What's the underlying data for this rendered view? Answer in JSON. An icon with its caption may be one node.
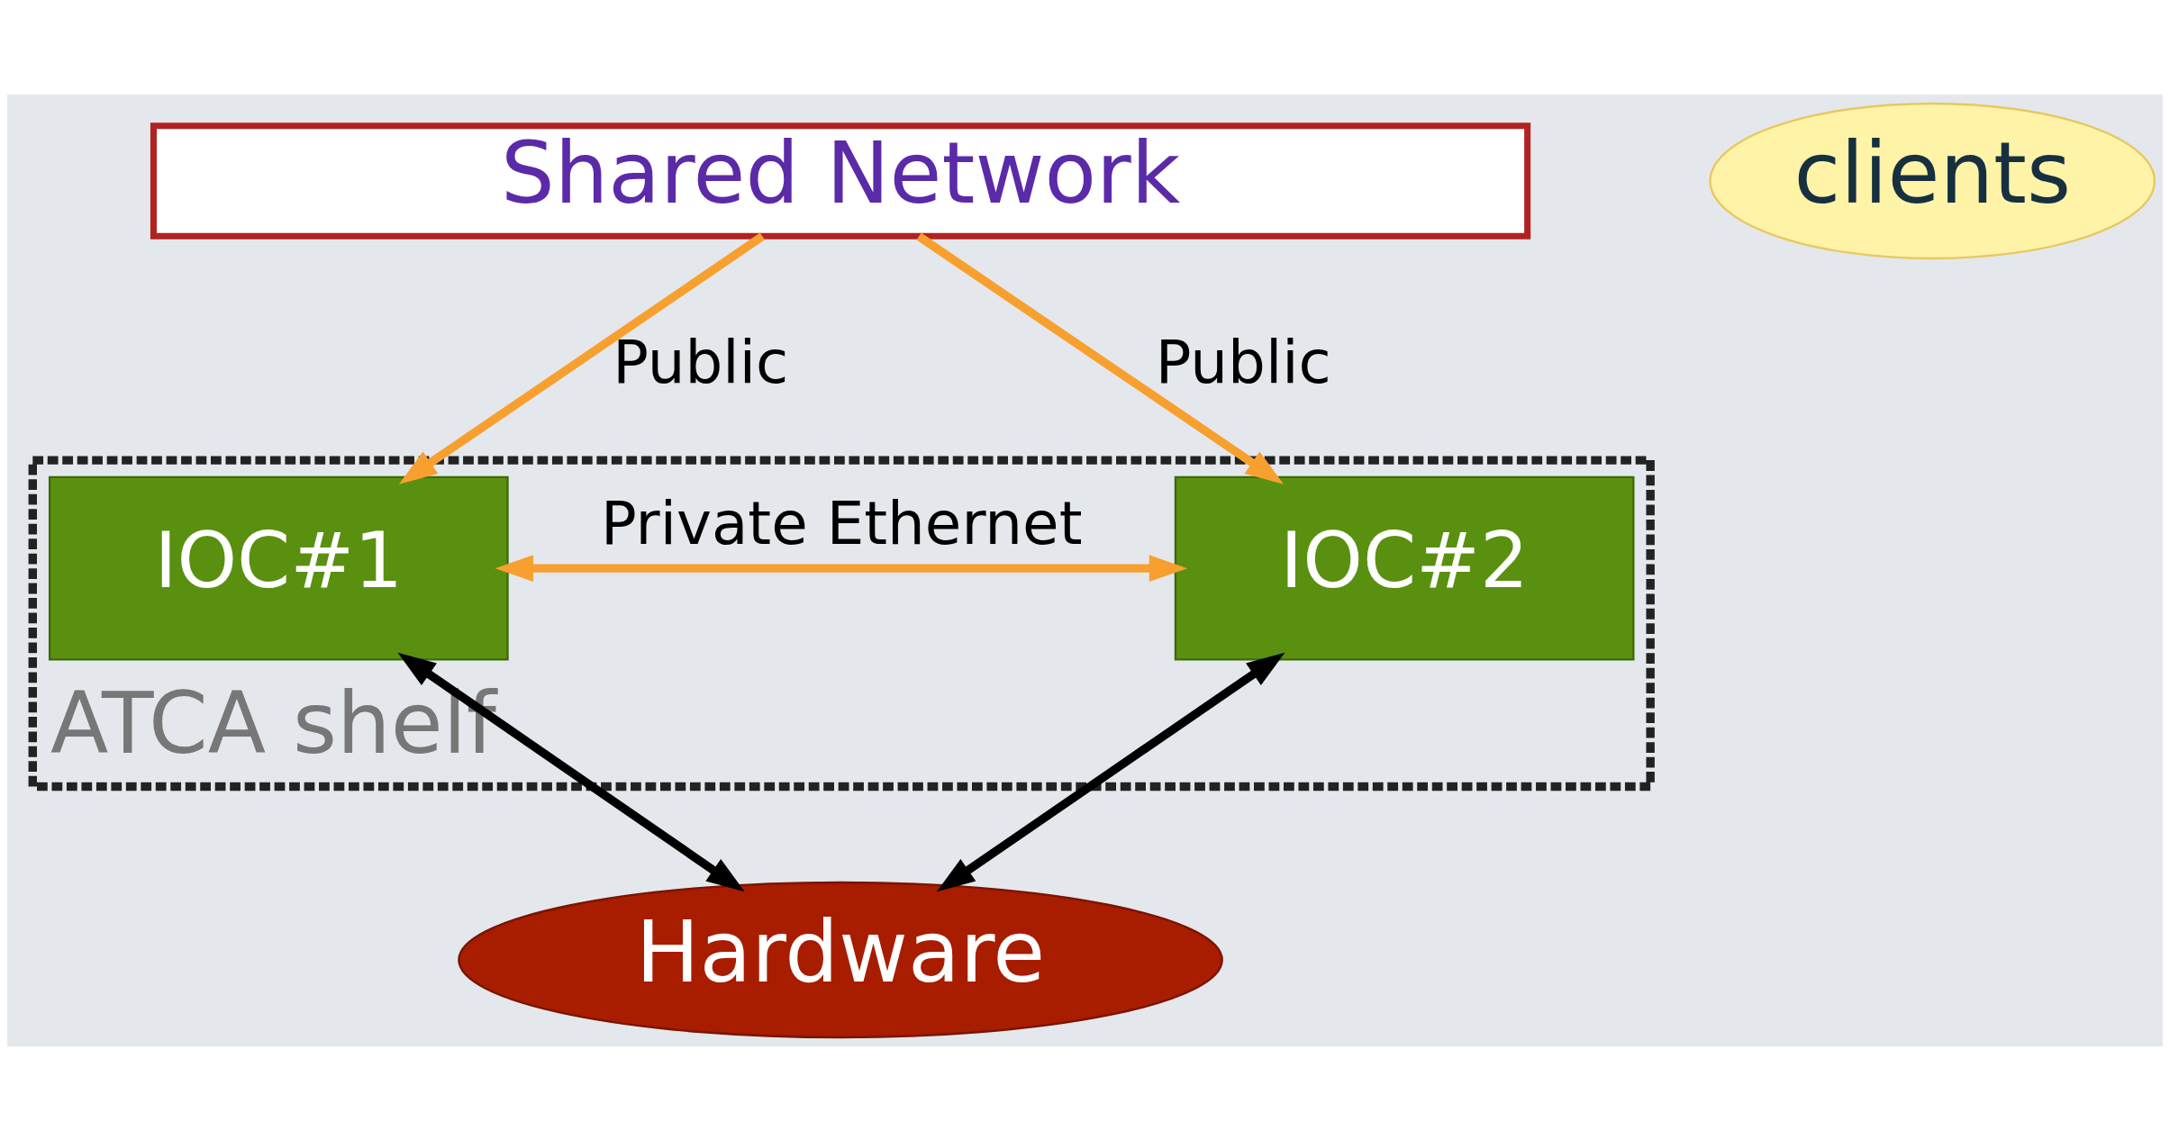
{
  "diagram": {
    "nodes": [
      {
        "text": [
          "ATCA shelf"
        ]
      },
      {
        "text": [
          "Shared Network"
        ]
      },
      {
        "text": [
          "clients"
        ]
      },
      {
        "text": [
          "IOC#1"
        ],
        "in": 0
      },
      {
        "text": [
          "IOC#2"
        ],
        "in": 0
      },
      {
        "text": [
          "Hardware"
        ]
      }
    ],
    "edges": [
      {
        "from": 1,
        "to": 3,
        "arrow": "to",
        "label": "Public",
        "color": "#f7a030"
      },
      {
        "from": 1,
        "to": 4,
        "arrow": "to",
        "label": "Public",
        "color": "#f7a030"
      },
      {
        "from": 3,
        "to": 4,
        "arrow": "both",
        "label": "Private Ethernet",
        "color": "#f7a030"
      },
      {
        "from": 3,
        "to": 5,
        "arrow": "both",
        "color": "#000000"
      },
      {
        "from": 4,
        "to": 5,
        "arrow": "both",
        "color": "#000000"
      }
    ]
  }
}
